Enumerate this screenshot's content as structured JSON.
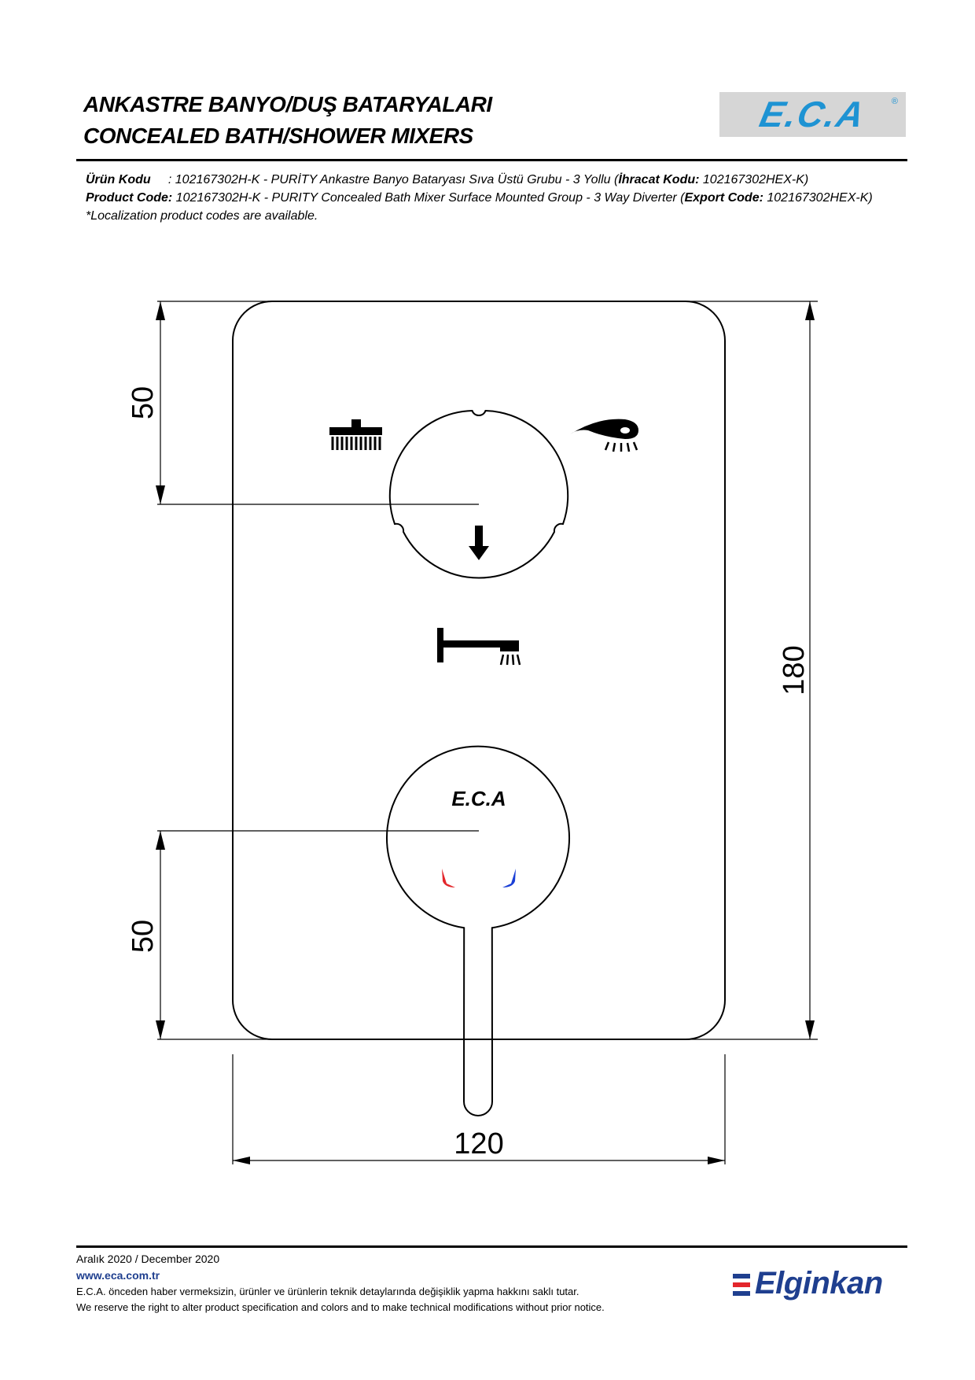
{
  "header": {
    "title_tr": "ANKASTRE BANYO/DUŞ BATARYALARI",
    "title_en": "CONCEALED BATH/SHOWER MIXERS",
    "brand_logo": "E.C.A",
    "brand_reg": "®",
    "brand_color": "#1e93d3"
  },
  "product": {
    "tr_label": "Ürün Kodu",
    "tr_value": ": 102167302H-K - PURİTY Ankastre Banyo Bataryası Sıva Üstü Grubu - 3 Yollu (",
    "tr_export_label": "İhracat Kodu:",
    "tr_export_value": " 102167302HEX-K)",
    "en_label": "Product Code:",
    "en_value": " 102167302H-K - PURITY Concealed Bath Mixer Surface Mounted Group - 3 Way Diverter (",
    "en_export_label": "Export Code:",
    "en_export_value": " 102167302HEX-K)",
    "note": "*Localization product codes are available."
  },
  "drawing": {
    "dim_top": "50",
    "dim_bottom": "50",
    "dim_height": "180",
    "dim_width": "120",
    "knob_logo": "E.C.A",
    "hot_color": "#e3262b",
    "cold_color": "#1a3fd6",
    "icons": [
      "overhead-shower-icon",
      "hand-shower-icon",
      "down-arrow-icon",
      "bath-spout-icon"
    ]
  },
  "footer": {
    "date": "Aralık 2020 / December 2020",
    "url": "www.eca.com.tr",
    "note_tr": "E.C.A. önceden haber vermeksizin, ürünler ve ürünlerin teknik detaylarında değişiklik yapma hakkını saklı tutar.",
    "note_en": "We reserve the right to alter product specification and colors and to make technical modifications without prior notice.",
    "company": "Elginkan",
    "company_color": "#1f3f8f",
    "company_accent": "#e3262b"
  }
}
